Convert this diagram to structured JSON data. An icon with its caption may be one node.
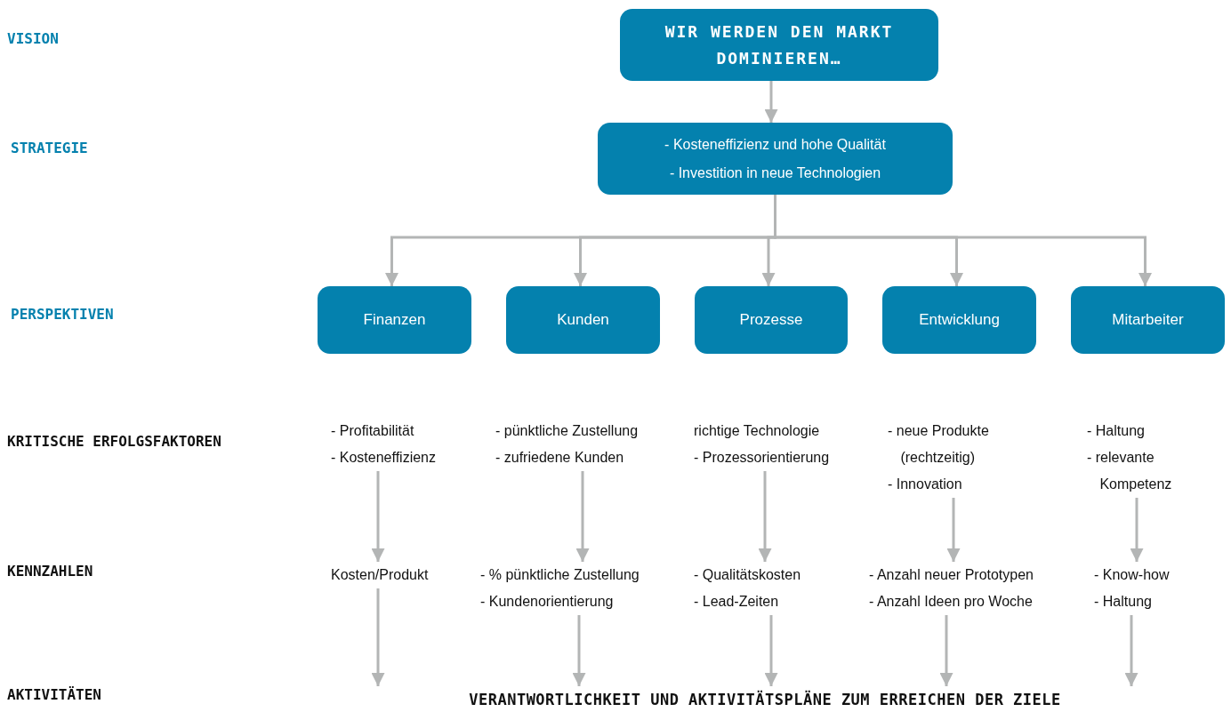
{
  "diagram": {
    "nodes": [
      {
        "text": [
          "WIR WERDEN DEN MARKT DOMINIEREN…"
        ]
      },
      {
        "text": [
          "- Kosteneffizienz und hohe Qualität",
          "- Investition in neue Technologien"
        ]
      },
      {
        "text": [
          "Finanzen"
        ]
      },
      {
        "text": [
          "Kunden"
        ]
      },
      {
        "text": [
          "Prozesse"
        ]
      },
      {
        "text": [
          "Entwicklung"
        ]
      },
      {
        "text": [
          "Mitarbeiter"
        ]
      },
      {
        "text": [
          "- Profitabilität",
          "- Kosteneffizienz"
        ]
      },
      {
        "text": [
          "- pünktliche Zustellung",
          "- zufriedene Kunden"
        ]
      },
      {
        "text": [
          "richtige Technologie",
          "- Prozessorientierung"
        ]
      },
      {
        "text": [
          "- neue Produkte (rechtzeitig)",
          "- Innovation"
        ]
      },
      {
        "text": [
          "- Haltung",
          "- relevante Kompetenz"
        ]
      },
      {
        "text": [
          "Kosten/Produkt"
        ]
      },
      {
        "text": [
          "- % pünktliche Zustellung",
          "- Kundenorientierung"
        ]
      },
      {
        "text": [
          "- Qualitätskosten",
          "- Lead-Zeiten"
        ]
      },
      {
        "text": [
          "- Anzahl neuer Prototypen",
          "- Anzahl Ideen pro Woche"
        ]
      },
      {
        "text": [
          "- Know-how",
          "- Haltung"
        ]
      },
      {
        "text": [
          "VERANTWORTLICHKEIT UND AKTIVITÄTSPLÄNE ZUM ERREICHEN DER ZIELE"
        ]
      }
    ],
    "edges": [
      {
        "from": 0,
        "to": 1,
        "arrow": "to"
      },
      {
        "from": 1,
        "to": 2,
        "arrow": "to"
      },
      {
        "from": 1,
        "to": 3,
        "arrow": "to"
      },
      {
        "from": 1,
        "to": 4,
        "arrow": "to"
      },
      {
        "from": 1,
        "to": 5,
        "arrow": "to"
      },
      {
        "from": 1,
        "to": 6,
        "arrow": "to"
      },
      {
        "from": 7,
        "to": 12,
        "arrow": "to"
      },
      {
        "from": 8,
        "to": 13,
        "arrow": "to"
      },
      {
        "from": 9,
        "to": 14,
        "arrow": "to"
      },
      {
        "from": 10,
        "to": 15,
        "arrow": "to"
      },
      {
        "from": 11,
        "to": 16,
        "arrow": "to"
      },
      {
        "from": 12,
        "to": 17,
        "arrow": "to"
      },
      {
        "from": 13,
        "to": 17,
        "arrow": "to"
      },
      {
        "from": 14,
        "to": 17,
        "arrow": "to"
      },
      {
        "from": 15,
        "to": 17,
        "arrow": "to"
      },
      {
        "from": 16,
        "to": 17,
        "arrow": "to"
      }
    ],
    "labels": [
      "VISION",
      "STRATEGIE",
      "PERSPEKTIVEN",
      "KRITISCHE ERFOLGSFAKTOREN",
      "KENNZAHLEN",
      "AKTIVITÄTEN"
    ]
  }
}
